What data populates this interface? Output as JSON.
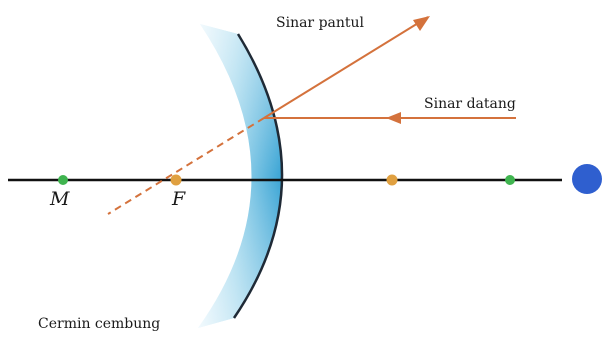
{
  "labels": {
    "reflected_ray": "Sinar pantul",
    "incident_ray": "Sinar datang",
    "mirror": "Cermin cembung",
    "center_of_curvature": "M",
    "focal_point": "F"
  },
  "colors": {
    "axis": "#111111",
    "ray": "#d4723c",
    "focal_point": "#e0a040",
    "center_point": "#3fb44f",
    "object": "#2f5fcf",
    "mirror_light": "#e3f3fb",
    "mirror_mid": "#8fd0ea",
    "mirror_dark": "#2a9bd0",
    "mirror_back": "#1f2a36"
  }
}
